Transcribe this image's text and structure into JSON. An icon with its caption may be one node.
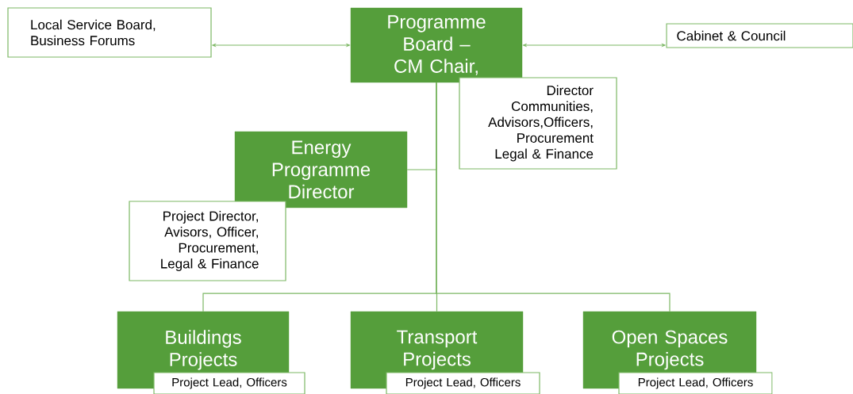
{
  "diagram": {
    "nodes": [
      {
        "text": [
          "Local Service Board, Business Forums"
        ]
      },
      {
        "text": [
          "Programme Board – CM Chair,"
        ]
      },
      {
        "text": [
          "Cabinet & Council"
        ]
      },
      {
        "text": [
          "Director Communities, Advisors,Officers, Procurement Legal & Finance"
        ]
      },
      {
        "text": [
          "Energy Programme Director"
        ]
      },
      {
        "text": [
          "Project Director, Avisors, Officer, Procurement, Legal & Finance"
        ]
      },
      {
        "text": [
          "Buildings Projects"
        ]
      },
      {
        "text": [
          "Project Lead, Officers"
        ]
      },
      {
        "text": [
          "Transport Projects"
        ]
      },
      {
        "text": [
          "Project Lead, Officers"
        ]
      },
      {
        "text": [
          "Open Spaces Projects"
        ]
      },
      {
        "text": [
          "Project Lead, Officers"
        ]
      }
    ],
    "edges": [
      {
        "from": 0,
        "to": 1,
        "arrow": "both"
      },
      {
        "from": 1,
        "to": 2,
        "arrow": "both"
      },
      {
        "from": 1,
        "to": 4,
        "arrow": "none"
      },
      {
        "from": 1,
        "to": 6,
        "arrow": "none"
      },
      {
        "from": 1,
        "to": 8,
        "arrow": "none"
      },
      {
        "from": 1,
        "to": 10,
        "arrow": "none"
      }
    ]
  }
}
